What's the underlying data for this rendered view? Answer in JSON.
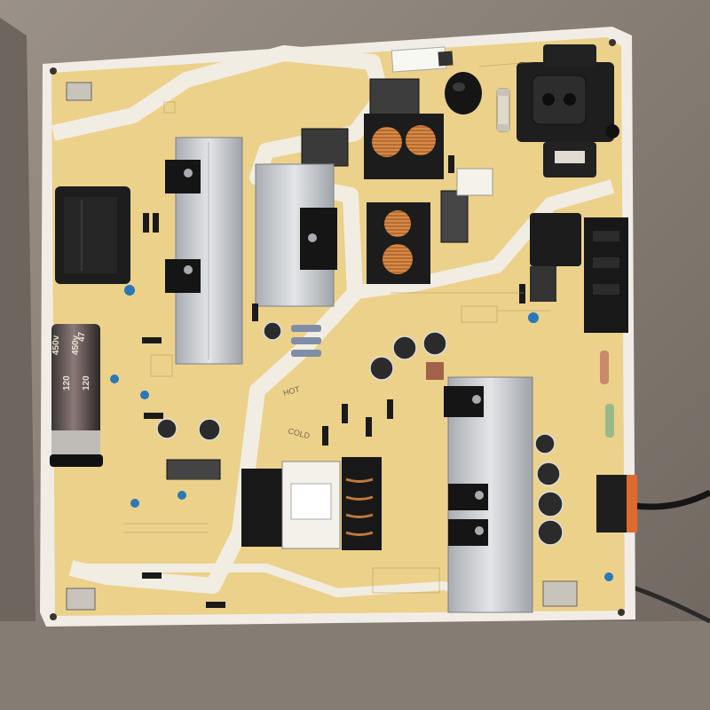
{
  "photo": {
    "subject": "Power supply board",
    "colors": {
      "background": "#8a8178",
      "pcb": "#ecd18b",
      "pcb_edge": "#f1ede6",
      "silkscreen_path": "#f2ede2",
      "heatsink": "#c9ccd0",
      "component_black": "#1e1e1e"
    }
  },
  "board_text": {
    "hot_label": "HOT",
    "cold_label": "COLD",
    "cap_voltage_1": "450v",
    "cap_voltage_2": "450v",
    "cap_temp_1": "120",
    "cap_temp_2": "120",
    "cap_unit": "47"
  }
}
